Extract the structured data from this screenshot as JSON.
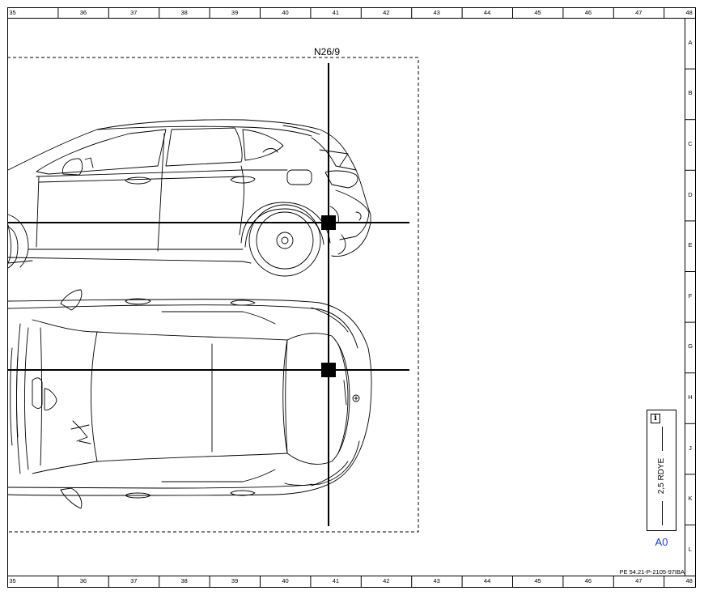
{
  "frame": {
    "columns": [
      "35",
      "36",
      "37",
      "38",
      "39",
      "40",
      "41",
      "42",
      "43",
      "44",
      "45",
      "46",
      "47",
      "48"
    ],
    "rows": [
      "A",
      "B",
      "C",
      "D",
      "E",
      "F",
      "G",
      "H",
      "J",
      "K",
      "L"
    ]
  },
  "callout": "N26/9",
  "part_number": "PE 54.21-P-2105-97IBA",
  "info_box": {
    "icon": "i",
    "wire_label": "2,5 RDYE"
  },
  "ground_label": "A0",
  "colors": {
    "line": "#000000",
    "ground_label": "#1a3fd1"
  }
}
